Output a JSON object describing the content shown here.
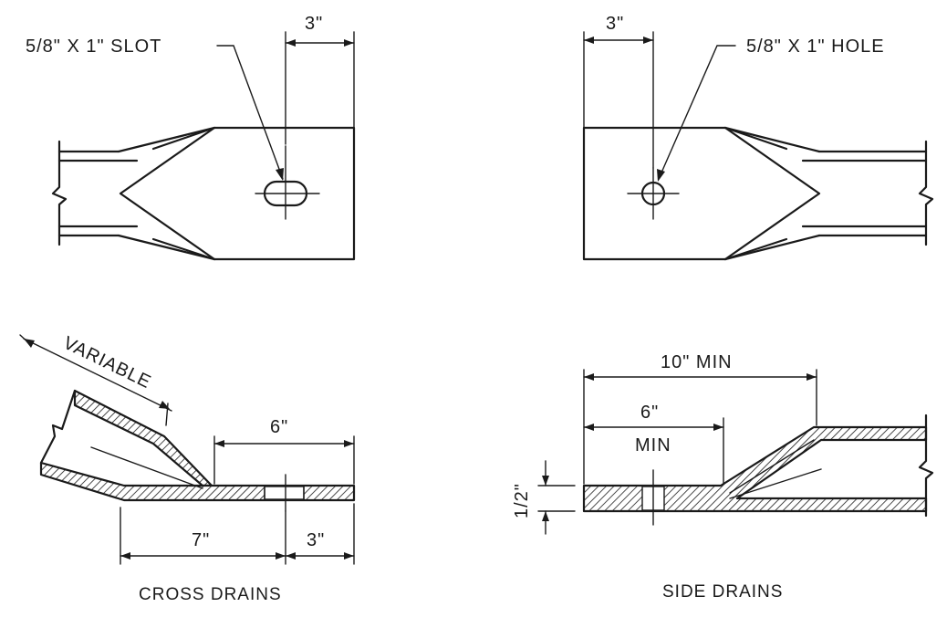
{
  "top_left": {
    "slot_label": "5/8\" X 1\" SLOT",
    "dim_label": "3\""
  },
  "top_right": {
    "hole_label": "5/8\" X 1\" HOLE",
    "dim_label": "3\""
  },
  "cross_drains": {
    "variable_label": "VARIABLE",
    "dim_6": "6\"",
    "dim_7": "7\"",
    "dim_3": "3\"",
    "caption": "CROSS DRAINS"
  },
  "side_drains": {
    "dim_10_min": "10\" MIN",
    "dim_6": "6\"",
    "dim_6_min": "MIN",
    "dim_half": "1/2\"",
    "caption": "SIDE DRAINS"
  }
}
